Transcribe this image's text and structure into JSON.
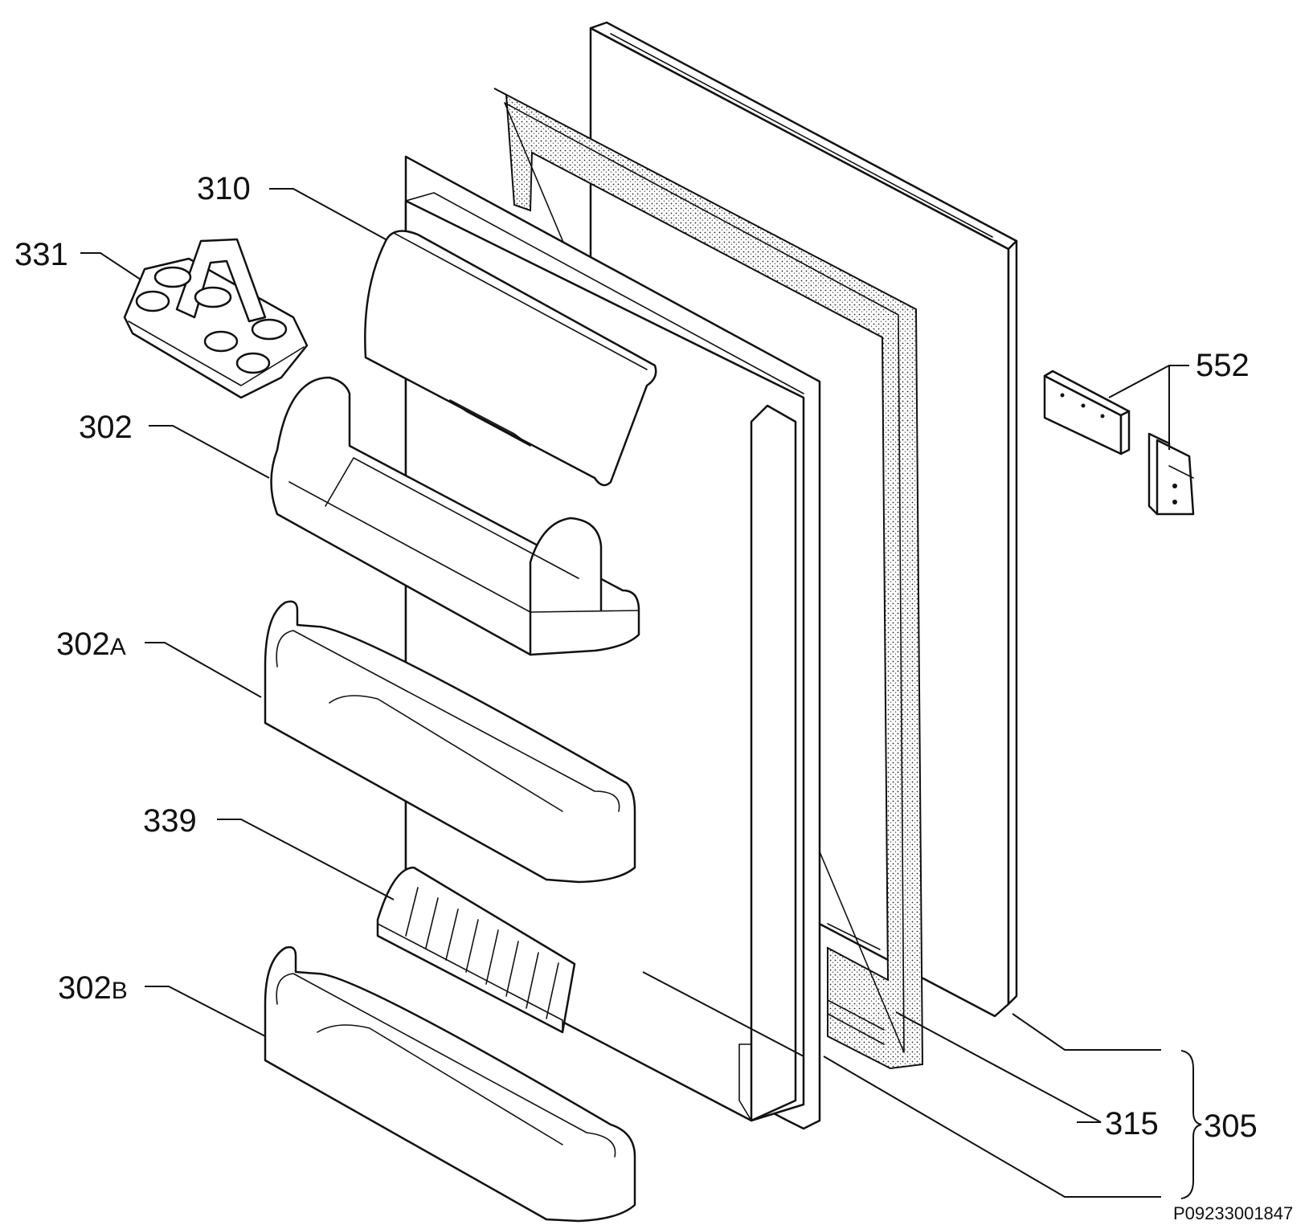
{
  "labels": {
    "p310": "310",
    "p331": "331",
    "p302": "302",
    "p302a_num": "302",
    "p302a_suffix": "A",
    "p339": "339",
    "p302b_num": "302",
    "p302b_suffix": "B",
    "p552": "552",
    "p315": "315",
    "p305": "305"
  },
  "document_code": "P09233001847"
}
